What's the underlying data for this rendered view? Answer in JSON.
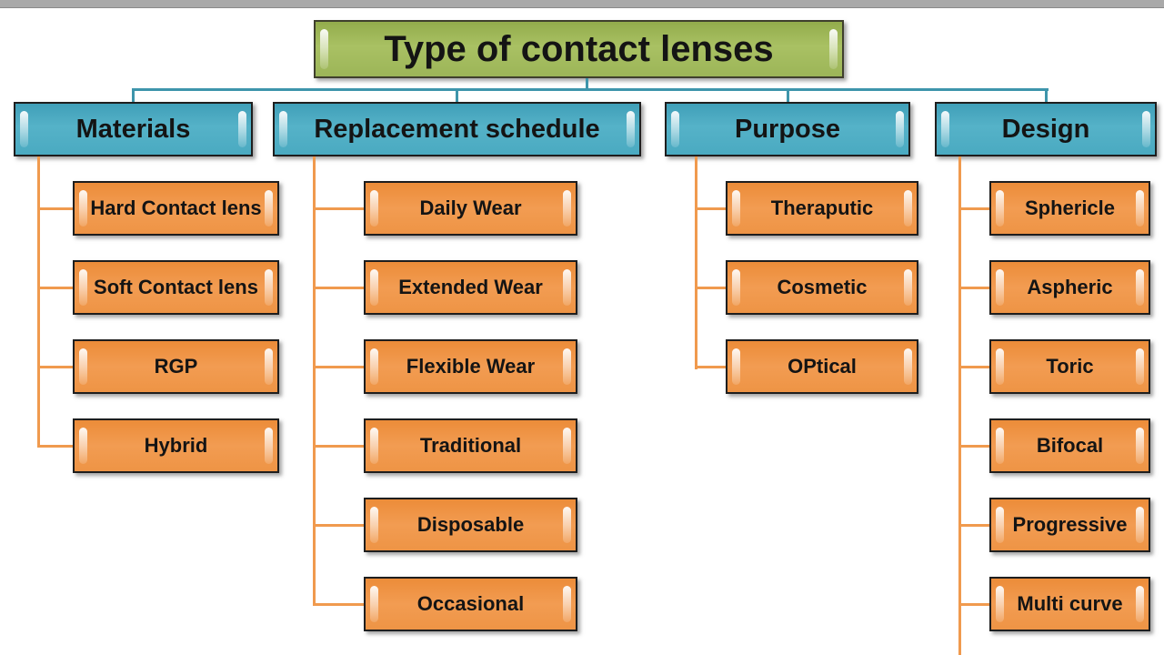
{
  "title": "Type of contact lenses",
  "colors": {
    "title_fill": "#a3bd5e",
    "header_fill": "#4fafc6",
    "child_fill": "#f0933f",
    "teal_connector": "#3e95ab",
    "orange_connector": "#f09a4e",
    "top_bar": "#a9a9a9"
  },
  "columns": [
    {
      "header": "Materials",
      "children": [
        "Hard Contact lens",
        "Soft Contact lens",
        "RGP",
        "Hybrid"
      ]
    },
    {
      "header": "Replacement schedule",
      "children": [
        "Daily Wear",
        "Extended Wear",
        "Flexible Wear",
        "Traditional",
        "Disposable",
        "Occasional"
      ]
    },
    {
      "header": "Purpose",
      "children": [
        "Theraputic",
        "Cosmetic",
        "OPtical"
      ]
    },
    {
      "header": "Design",
      "children": [
        "Sphericle",
        "Aspheric",
        "Toric",
        "Bifocal",
        "Progressive",
        "Multi curve"
      ]
    }
  ]
}
